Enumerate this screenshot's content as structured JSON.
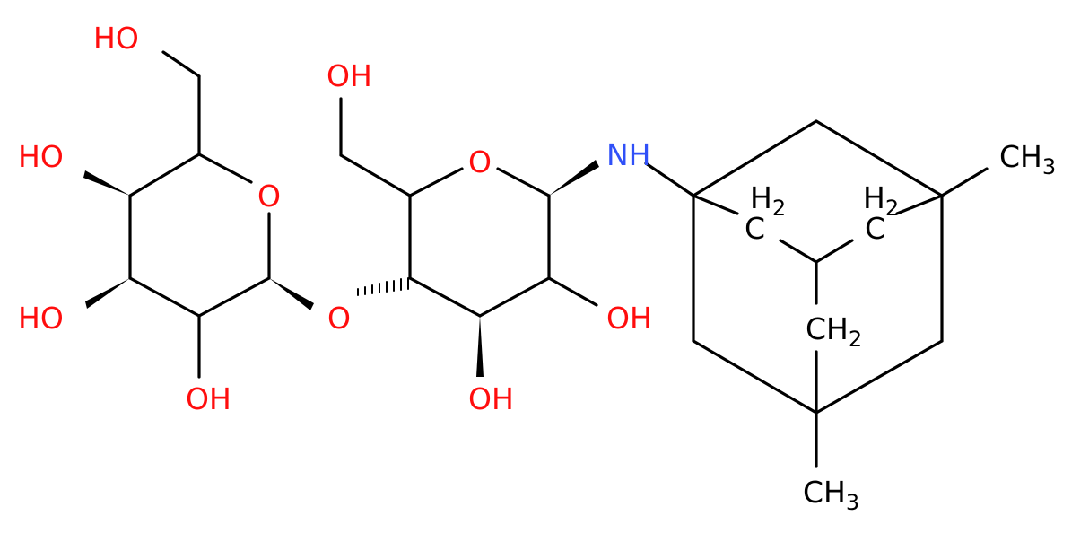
{
  "molecule": {
    "colors": {
      "bond": "#000000",
      "oxygen": "#ff0d0d",
      "nitrogen": "#3050f8",
      "carbon": "#000000"
    },
    "atoms": {
      "ho_top_left": "HO",
      "ho_left_upper": "HO",
      "ho_left_middle": "HO",
      "oh_left_bottom": "OH",
      "ring_o_left": "O",
      "glyco_o": "O",
      "oh_top_center": "OH",
      "ring_o_center": "O",
      "oh_center_bottom": "OH",
      "oh_center_right": "OH",
      "nh": "NH",
      "ch3_top": "CH",
      "ch3_top_sub": "3",
      "ch3_bottom": "CH",
      "ch3_bottom_sub": "3",
      "ch2_left": "H",
      "ch2_left_sub": "2",
      "ch2_left_c": "C",
      "ch2_right": "H",
      "ch2_right_sub": "2",
      "ch2_right_c": "C",
      "ch2_mid": "CH",
      "ch2_mid_sub": "2"
    }
  }
}
